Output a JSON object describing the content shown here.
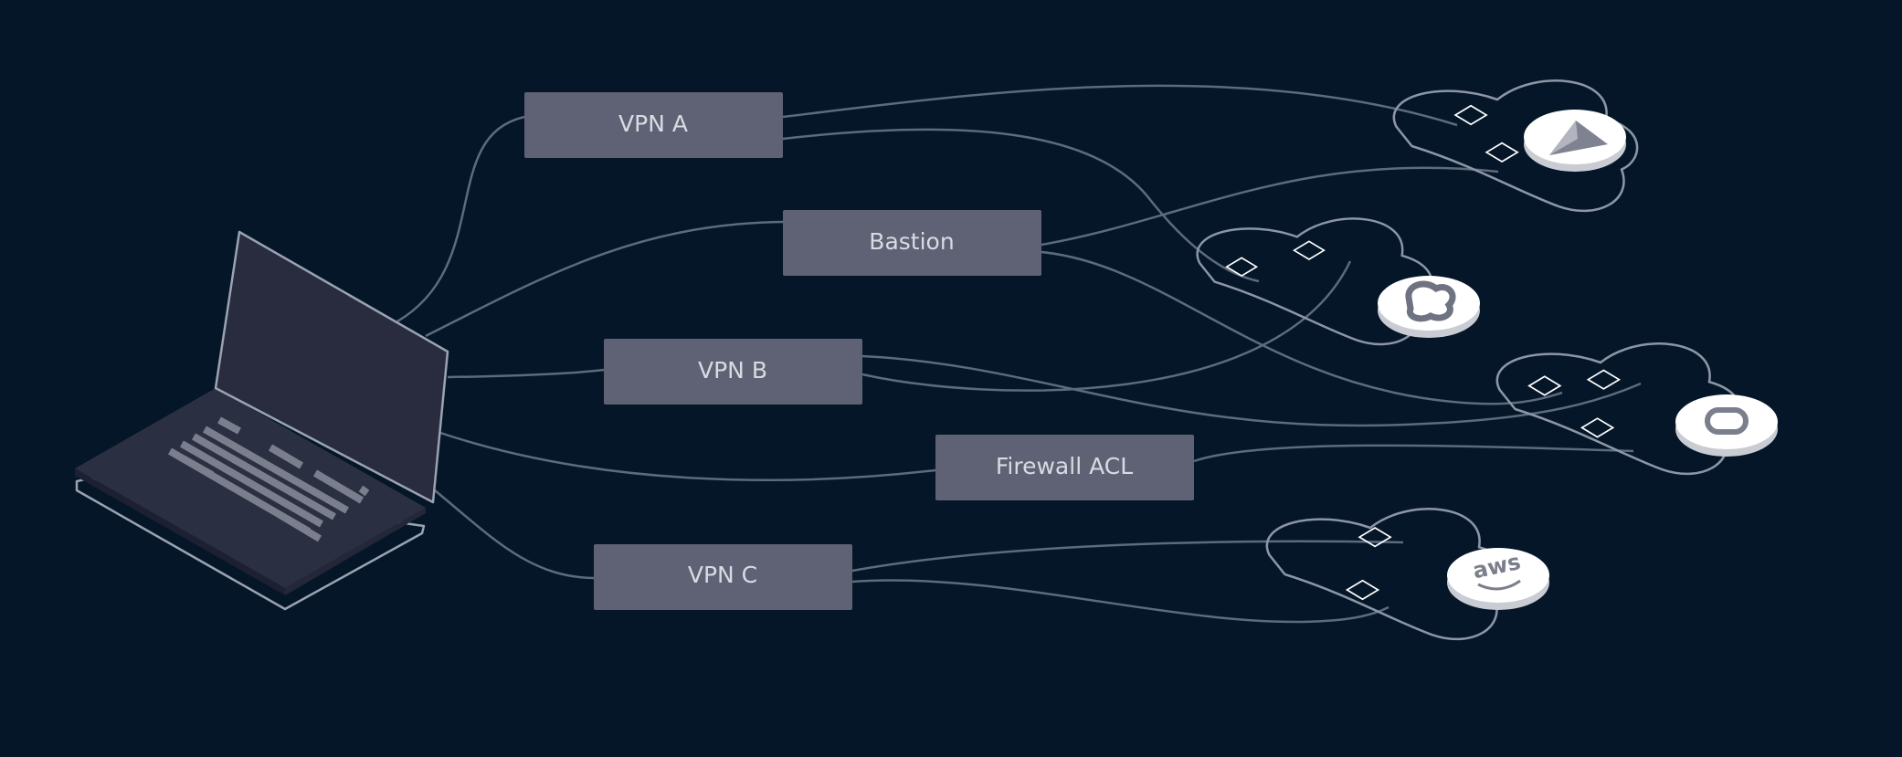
{
  "diagram": {
    "nodes": [
      {
        "id": "vpn-a",
        "label": "VPN A"
      },
      {
        "id": "bastion",
        "label": "Bastion"
      },
      {
        "id": "vpn-b",
        "label": "VPN B"
      },
      {
        "id": "firewall-acl",
        "label": "Firewall ACL"
      },
      {
        "id": "vpn-c",
        "label": "VPN C"
      }
    ],
    "clouds": [
      {
        "id": "cloud-1",
        "icon": "paper-plane-icon"
      },
      {
        "id": "cloud-2",
        "icon": "cloud-logo-icon"
      },
      {
        "id": "cloud-3",
        "icon": "oracle-ring-icon"
      },
      {
        "id": "cloud-4",
        "icon": "aws-icon",
        "logo_text": "aws"
      }
    ],
    "colors": {
      "background": "#041628",
      "node_fill": "#5f6275",
      "node_text": "#d9dbe3",
      "connector": "#5d6b7d",
      "cloud_outline": "#8c96a5",
      "laptop_body": "#2b2f42",
      "laptop_screen": "#282c3e",
      "keyboard_keys": "#7b7f8d"
    }
  }
}
